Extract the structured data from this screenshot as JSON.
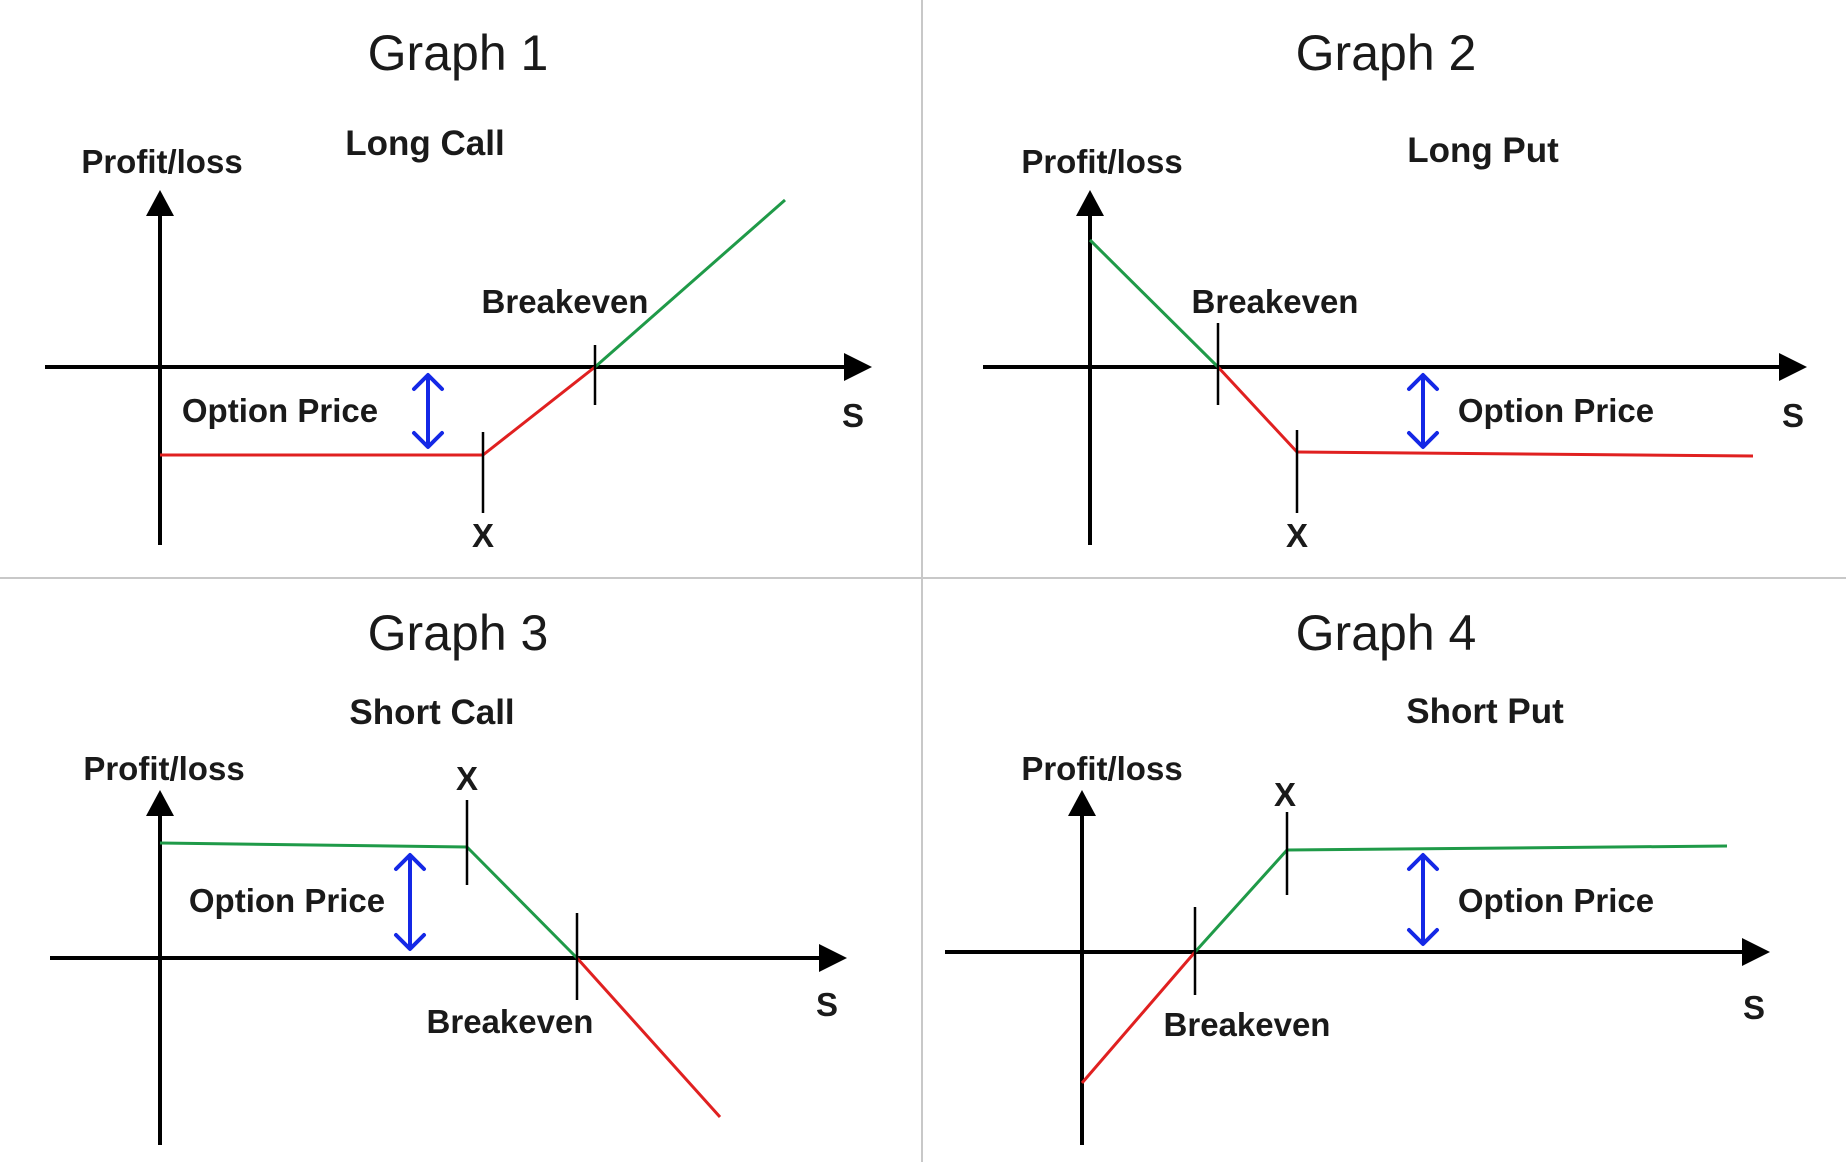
{
  "colors": {
    "profit": "#1f9a48",
    "loss": "#e02020",
    "option_price_arrow": "#1428e6",
    "axis": "#000000",
    "divider": "#c8c8c8"
  },
  "panels": [
    {
      "title": "Graph 1",
      "strategy": "Long Call",
      "y_axis_label": "Profit/loss",
      "x_axis_label": "S",
      "strike_label": "X",
      "breakeven_label": "Breakeven",
      "option_price_label": "Option Price"
    },
    {
      "title": "Graph 2",
      "strategy": "Long Put",
      "y_axis_label": "Profit/loss",
      "x_axis_label": "S",
      "strike_label": "X",
      "breakeven_label": "Breakeven",
      "option_price_label": "Option Price"
    },
    {
      "title": "Graph 3",
      "strategy": "Short Call",
      "y_axis_label": "Profit/loss",
      "x_axis_label": "S",
      "strike_label": "X",
      "breakeven_label": "Breakeven",
      "option_price_label": "Option Price"
    },
    {
      "title": "Graph 4",
      "strategy": "Short Put",
      "y_axis_label": "Profit/loss",
      "x_axis_label": "S",
      "strike_label": "X",
      "breakeven_label": "Breakeven",
      "option_price_label": "Option Price"
    }
  ]
}
